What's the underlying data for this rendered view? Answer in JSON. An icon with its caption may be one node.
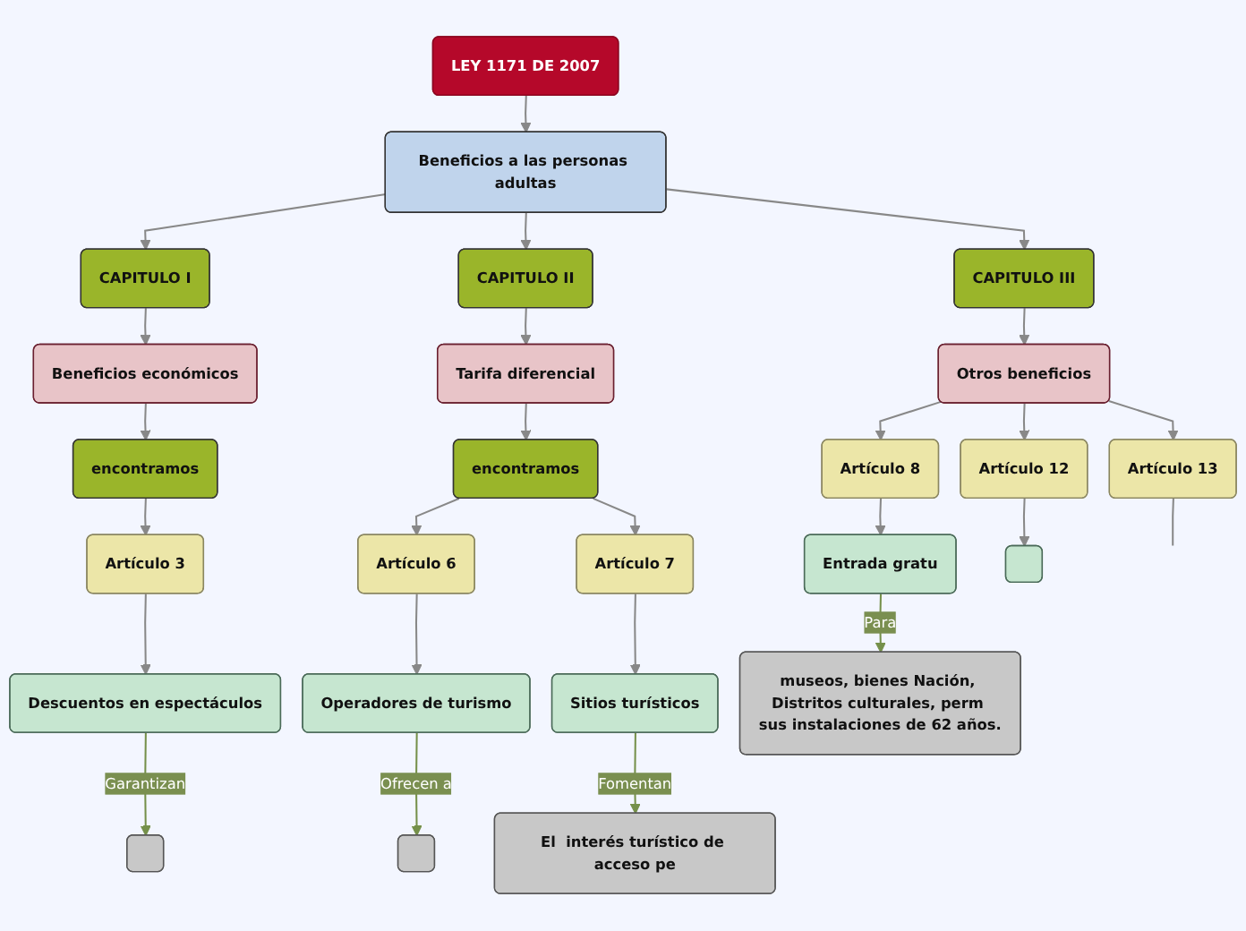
{
  "diagram": {
    "nodes": [
      {
        "text": [
          "LEY 1171 DE 2007"
        ]
      },
      {
        "text": [
          "Beneficios a las personas adultas"
        ]
      },
      {
        "text": [
          "CAPITULO I"
        ]
      },
      {
        "text": [
          "Beneficios económicos"
        ]
      },
      {
        "text": [
          "encontramos"
        ]
      },
      {
        "text": [
          "Artículo 3"
        ]
      },
      {
        "text": [
          "Descuentos en espectáculos"
        ]
      },
      {
        "text": [],
        "shape": "box"
      },
      {
        "text": [
          "CAPITULO II"
        ]
      },
      {
        "text": [
          "Tarifa diferencial"
        ]
      },
      {
        "text": [
          "encontramos"
        ]
      },
      {
        "text": [
          "Artículo 6"
        ]
      },
      {
        "text": [
          "Artículo 7"
        ]
      },
      {
        "text": [
          "Operadores de turismo"
        ]
      },
      {
        "text": [],
        "shape": "box"
      },
      {
        "text": [
          "Sitios turísticos"
        ]
      },
      {
        "text": [
          "El  interés turístico de acceso pe"
        ]
      },
      {
        "text": [
          "CAPITULO III"
        ]
      },
      {
        "text": [
          "Otros beneficios"
        ]
      },
      {
        "text": [
          "Artículo 13"
        ]
      },
      {
        "text": [
          "Artículo 12"
        ]
      },
      {
        "text": [
          "Artículo 8"
        ]
      },
      {
        "text": [
          "Entrada gratu"
        ]
      },
      {
        "text": [
          "museos, bienes Nación, Distritos culturales, perm sus instalaciones de 62 años."
        ]
      },
      {
        "text": [],
        "shape": "box"
      }
    ],
    "edges": [
      {
        "from": 0,
        "to": 1,
        "arrow": "to"
      },
      {
        "from": 1,
        "to": 2,
        "arrow": "to"
      },
      {
        "from": 1,
        "to": 8,
        "arrow": "to"
      },
      {
        "from": 1,
        "to": 17,
        "arrow": "to"
      },
      {
        "from": 2,
        "to": 3,
        "arrow": "to"
      },
      {
        "from": 3,
        "to": 4,
        "arrow": "to"
      },
      {
        "from": 4,
        "to": 5,
        "arrow": "to"
      },
      {
        "from": 5,
        "to": 6,
        "arrow": "to"
      },
      {
        "from": 6,
        "to": 7,
        "arrow": "to",
        "label": "Garantizan",
        "color": "#75904a"
      },
      {
        "from": 8,
        "to": 9,
        "arrow": "to"
      },
      {
        "from": 9,
        "to": 10,
        "arrow": "to"
      },
      {
        "from": 10,
        "to": 11,
        "arrow": "to"
      },
      {
        "from": 10,
        "to": 12,
        "arrow": "to"
      },
      {
        "from": 11,
        "to": 13,
        "arrow": "to"
      },
      {
        "from": 13,
        "to": 14,
        "arrow": "to",
        "label": "Ofrecen a",
        "color": "#75904a"
      },
      {
        "from": 12,
        "to": 15,
        "arrow": "to"
      },
      {
        "from": 15,
        "to": 16,
        "arrow": "to",
        "label": "Fomentan",
        "color": "#75904a"
      },
      {
        "from": 17,
        "to": 18,
        "arrow": "to"
      },
      {
        "from": 18,
        "to": 19,
        "arrow": "to"
      },
      {
        "from": 18,
        "to": 20,
        "arrow": "to"
      },
      {
        "from": 18,
        "to": 21,
        "arrow": "to"
      },
      {
        "from": 21,
        "to": 22,
        "arrow": "to"
      },
      {
        "from": 22,
        "to": 23,
        "arrow": "to",
        "label": "Para",
        "color": "#75904a"
      },
      {
        "from": 19,
        "to": null,
        "arrow": "none"
      },
      {
        "from": 20,
        "to": 24,
        "arrow": "to"
      }
    ]
  }
}
